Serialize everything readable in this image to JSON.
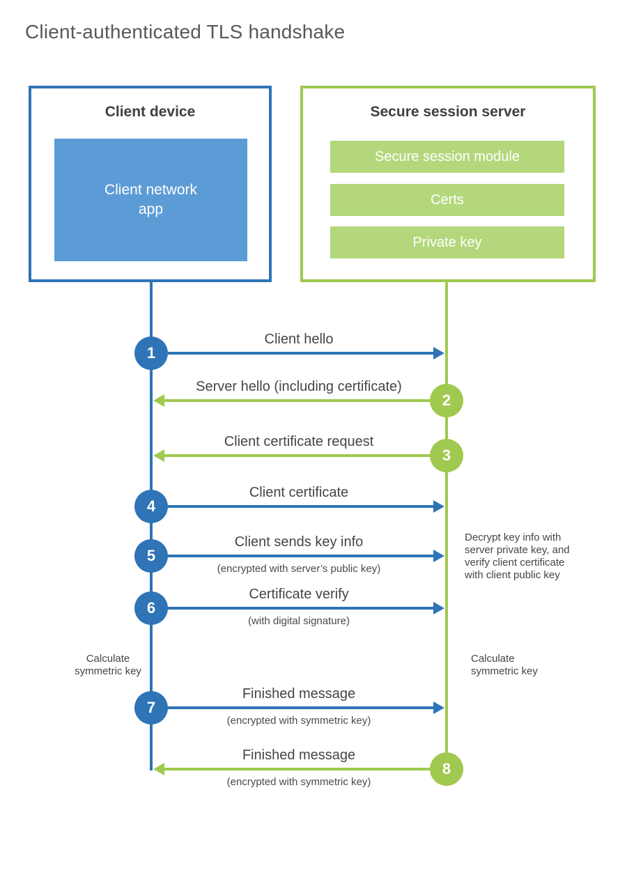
{
  "title": "Client-authenticated TLS handshake",
  "client": {
    "title": "Client device",
    "app_label": "Client network\napp"
  },
  "server": {
    "title": "Secure session server",
    "modules": [
      "Secure session module",
      "Certs",
      "Private key"
    ]
  },
  "messages": [
    {
      "step": "1",
      "label": "Client hello",
      "direction": "client-to-server",
      "color": "blue"
    },
    {
      "step": "2",
      "label": "Server hello (including certificate)",
      "direction": "server-to-client",
      "color": "green"
    },
    {
      "step": "3",
      "label": "Client certificate request",
      "direction": "server-to-client",
      "color": "green"
    },
    {
      "step": "4",
      "label": "Client certificate",
      "direction": "client-to-server",
      "color": "blue"
    },
    {
      "step": "5",
      "label": "Client sends key info",
      "sub": "(encrypted with server’s public key)",
      "direction": "client-to-server",
      "color": "blue"
    },
    {
      "step": "6",
      "label": "Certificate verify",
      "sub": "(with digital signature)",
      "direction": "client-to-server",
      "color": "blue"
    },
    {
      "step": "7",
      "label": "Finished message",
      "sub": "(encrypted with symmetric key)",
      "direction": "client-to-server",
      "color": "blue"
    },
    {
      "step": "8",
      "label": "Finished message",
      "sub": "(encrypted with symmetric key)",
      "direction": "server-to-client",
      "color": "green"
    }
  ],
  "notes": {
    "decrypt": "Decrypt key info with\nserver private key, and\nverify client certificate\nwith client public key",
    "calc_left": "Calculate\nsymmetric key",
    "calc_right": "Calculate\nsymmetric key"
  },
  "colors": {
    "blue": "#2E74B6",
    "blue_light": "#5C9CD6",
    "green": "#9FC94F",
    "green_light": "#B4D77C"
  }
}
